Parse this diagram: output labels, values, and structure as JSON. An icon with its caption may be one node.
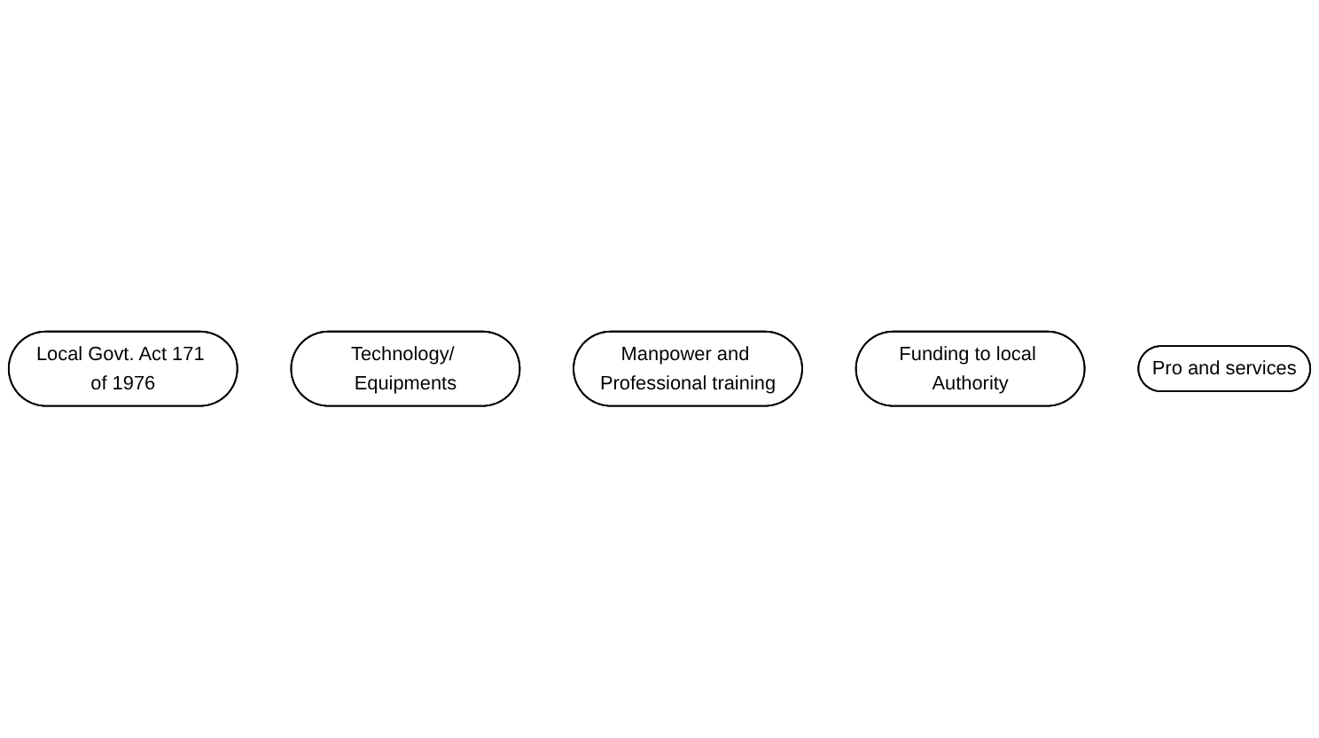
{
  "diagram": {
    "nodes": [
      {
        "text": [
          "Local Govt. Act 171 of 1976"
        ]
      },
      {
        "text": [
          "Technology/ Equipments"
        ]
      },
      {
        "text": [
          "Manpower and Professional training"
        ]
      },
      {
        "text": [
          "Funding to local Authority"
        ]
      },
      {
        "text": [
          "Pro and services"
        ]
      }
    ]
  }
}
